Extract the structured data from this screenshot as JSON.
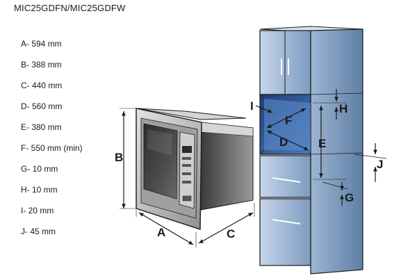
{
  "header": {
    "model": "MIC25GDFN/MIC25GDFW"
  },
  "specs": [
    {
      "text": "A- 594 mm"
    },
    {
      "text": "B- 388 mm"
    },
    {
      "text": "C- 440 mm"
    },
    {
      "text": "D- 560 mm"
    },
    {
      "text": "E- 380 mm"
    },
    {
      "text": "F- 550 mm (min)"
    },
    {
      "text": "G- 10 mm"
    },
    {
      "text": "H- 10 mm"
    },
    {
      "text": "I- 20 mm"
    },
    {
      "text": "J- 45 mm"
    }
  ],
  "diagram_labels": {
    "A": "A",
    "B": "B",
    "C": "C",
    "D": "D",
    "E": "E",
    "F": "F",
    "G": "G",
    "H": "H",
    "I": "I",
    "J": "J"
  },
  "colors": {
    "cabinet_blue": "#9db5d3",
    "cabinet_light": "#c7d6ea",
    "cabinet_dark": "#5f7fa5",
    "oven_steel": "#b9b9b9",
    "oven_dark": "#3d3d3d",
    "outline": "#1a1a1a"
  }
}
